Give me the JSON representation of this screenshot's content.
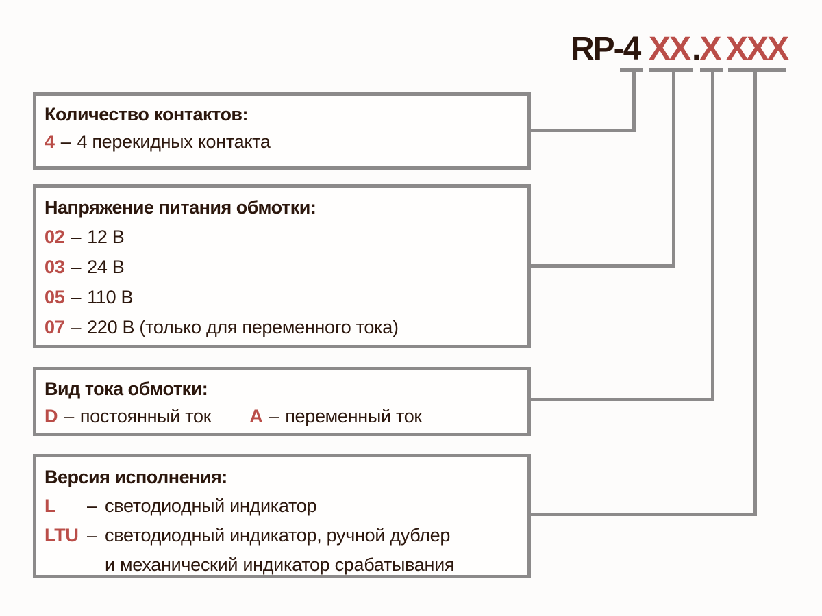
{
  "colors": {
    "accent_red": "#ba4d48",
    "text_dark": "#2c160d",
    "connector_gray": "#8c8a8a",
    "page_background": "#fdfcfb",
    "box_background": "#fffefd"
  },
  "separator": "–",
  "code": {
    "prefix": "RP-4",
    "voltage_placeholder": "XX",
    "dot": ".",
    "current_placeholder": "X",
    "version_placeholder": "XXX"
  },
  "boxes": [
    {
      "title": "Количество контактов:",
      "rows": [
        {
          "code": "4",
          "desc": "4 перекидных контакта"
        }
      ]
    },
    {
      "title": "Напряжение питания обмотки:",
      "rows": [
        {
          "code": "02",
          "desc": "12 В"
        },
        {
          "code": "03",
          "desc": "24 В"
        },
        {
          "code": "05",
          "desc": "110 В"
        },
        {
          "code": "07",
          "desc": "220 В (только для переменного тока)"
        }
      ]
    },
    {
      "title": "Вид тока обмотки:",
      "rows": [
        {
          "code": "D",
          "desc": "постоянный ток"
        },
        {
          "code": "A",
          "desc": "переменный ток"
        }
      ]
    },
    {
      "title": "Версия исполнения:",
      "rows": [
        {
          "code": "L",
          "desc": "светодиодный индикатор"
        },
        {
          "code": "LTU",
          "desc": "светодиодный индикатор, ручной дублер",
          "desc2": "и механический индикатор срабатывания"
        }
      ]
    }
  ]
}
